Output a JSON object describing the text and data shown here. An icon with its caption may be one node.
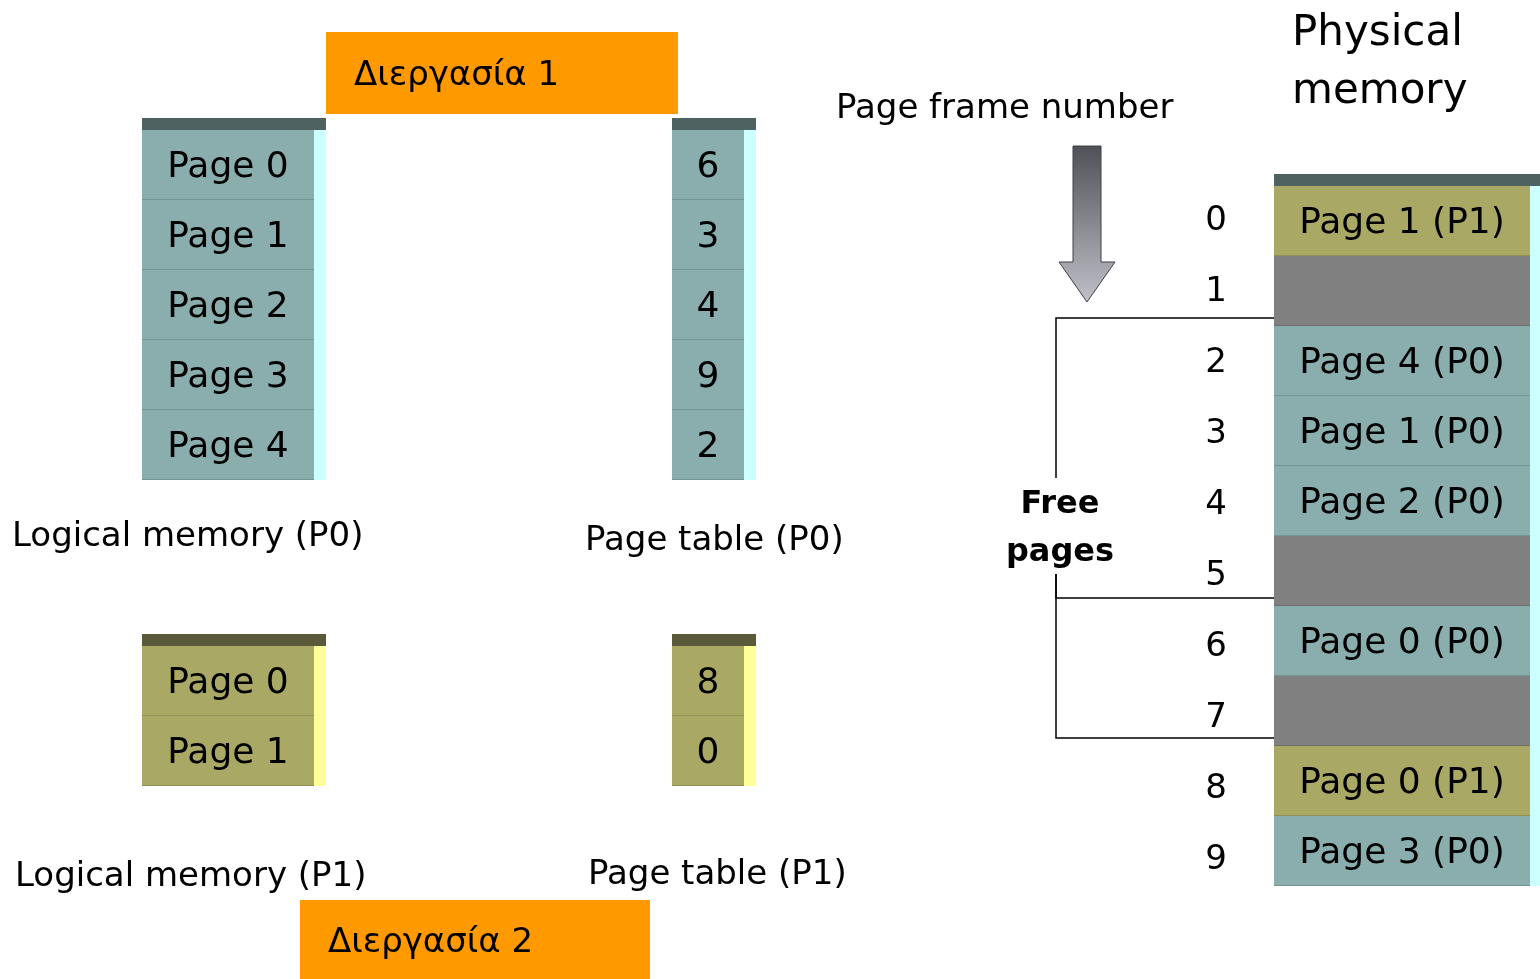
{
  "diagram": {
    "nodes": [
      {
        "text": [
          "Διεργασία 1"
        ]
      },
      {
        "text": [
          "Page 0"
        ]
      },
      {
        "text": [
          "Page 1"
        ]
      },
      {
        "text": [
          "Page 2"
        ]
      },
      {
        "text": [
          "Page 3"
        ]
      },
      {
        "text": [
          "Page 4"
        ]
      },
      {
        "text": [
          "6"
        ]
      },
      {
        "text": [
          "3"
        ]
      },
      {
        "text": [
          "4"
        ]
      },
      {
        "text": [
          "9"
        ]
      },
      {
        "text": [
          "2"
        ]
      },
      {
        "text": [
          "Page 0"
        ]
      },
      {
        "text": [
          "Page 1"
        ]
      },
      {
        "text": [
          "8"
        ]
      },
      {
        "text": [
          "0"
        ]
      },
      {
        "text": [
          "Διεργασία 2"
        ]
      },
      {
        "text": [
          "Free pages"
        ]
      },
      {
        "text": [
          "Page 1 (P1)"
        ]
      },
      {
        "text": [],
        "shape": "box"
      },
      {
        "text": [
          "Page 4 (P0)"
        ]
      },
      {
        "text": [
          "Page 1 (P0)"
        ]
      },
      {
        "text": [
          "Page 2 (P0)"
        ]
      },
      {
        "text": [],
        "shape": "box"
      },
      {
        "text": [
          "Page 0 (P0)"
        ]
      },
      {
        "text": [],
        "shape": "box"
      },
      {
        "text": [
          "Page 0 (P1)"
        ]
      },
      {
        "text": [
          "Page 3 (P0)"
        ]
      }
    ],
    "edges": [
      {
        "from": 16,
        "to": 18,
        "arrow": "none"
      },
      {
        "from": 16,
        "to": 22,
        "arrow": "none"
      },
      {
        "from": 16,
        "to": 24,
        "arrow": "none"
      }
    ],
    "labels": [
      "Physical memory",
      "Page frame number",
      "0",
      "1",
      "2",
      "3",
      "4",
      "5",
      "6",
      "7",
      "8",
      "9",
      "Logical memory (P0)",
      "Page table (P0)",
      "Logical memory (P1)",
      "Page table (P1)"
    ]
  }
}
